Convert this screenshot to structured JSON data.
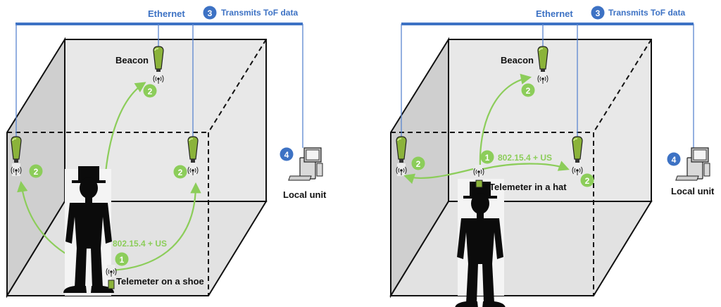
{
  "colors": {
    "ethernet": "#3d72c4",
    "green": "#8ccd5a",
    "beacon_green": "#8bb33a",
    "badge_blue": "#3d72c4",
    "room_fill": "#e6e6e6",
    "wall_fill": "#cfcfcf",
    "text_dark": "#111111"
  },
  "icons": {
    "beacon": "beacon-icon",
    "signal": "wireless-signal-icon",
    "computer": "computer-icon",
    "person": "person-silhouette-icon"
  },
  "panels": [
    {
      "ethernet_label": "Ethernet",
      "step3_badge": "3",
      "step3_label": "Transmits ToF data",
      "beacon_label": "Beacon",
      "step4_badge": "4",
      "local_unit_label": "Local unit",
      "step1_badge": "1",
      "protocol_label": "802.15.4 + US",
      "telemeter_label": "Telemeter on a shoe",
      "step2_badge": "2"
    },
    {
      "ethernet_label": "Ethernet",
      "step3_badge": "3",
      "step3_label": "Transmits ToF data",
      "beacon_label": "Beacon",
      "step4_badge": "4",
      "local_unit_label": "Local unit",
      "step1_badge": "1",
      "protocol_label": "802.15.4 + US",
      "telemeter_label": "Telemeter in a hat",
      "step2_badge": "2"
    }
  ]
}
